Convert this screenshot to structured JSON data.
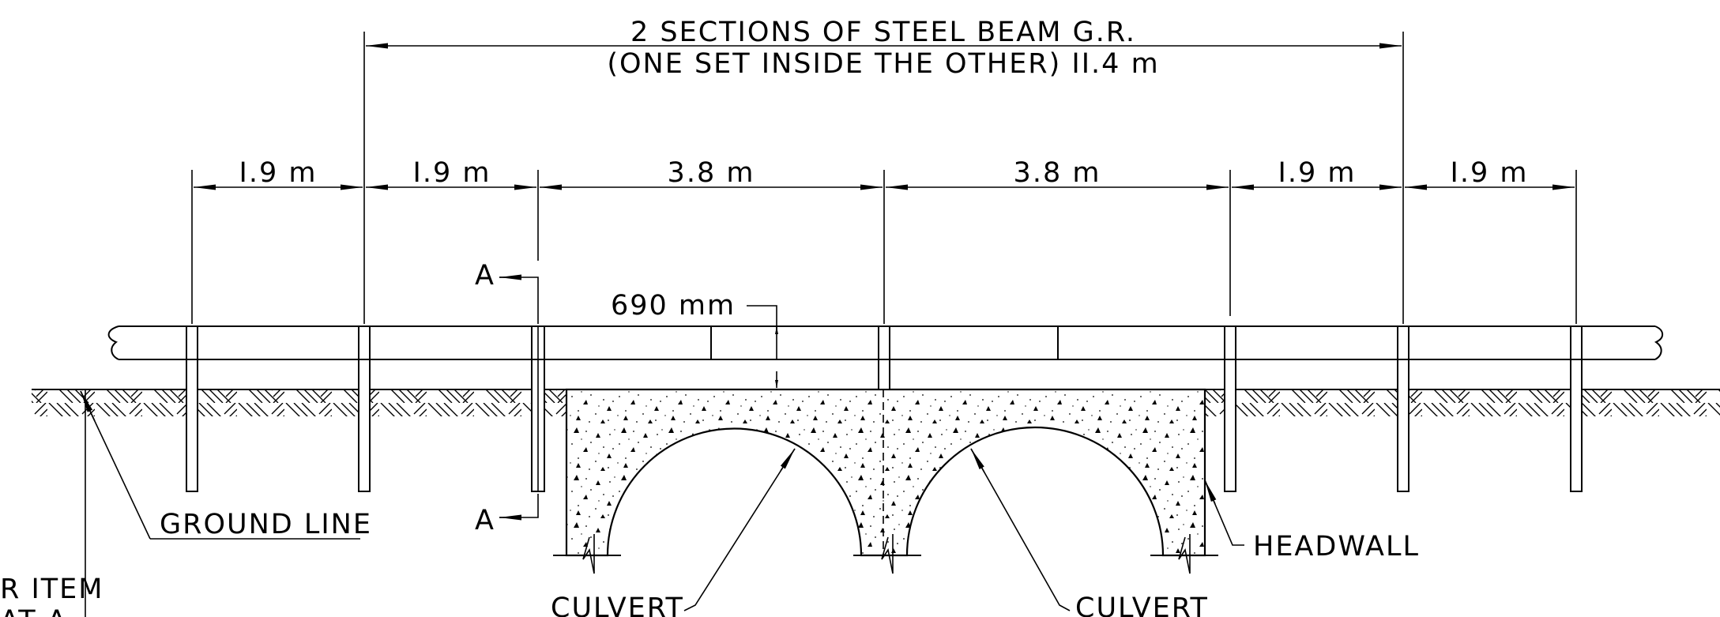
{
  "beam_span": {
    "line1": "2 SECTIONS OF STEEL BEAM G.R.",
    "line2": "(ONE SET INSIDE THE OTHER) II.4 m"
  },
  "post_spacing": [
    "I.9 m",
    "I.9 m",
    "3.8 m",
    "3.8 m",
    "I.9 m",
    "I.9 m"
  ],
  "clearance_label": "690 mm",
  "section_marks": {
    "top": "A",
    "bottom": "A"
  },
  "callouts": {
    "ground_line": "GROUND LINE",
    "headwall": "HEADWALL",
    "culvert_left": "CULVERT",
    "culvert_right": "CULVERT",
    "cut_off_line1": "R ITEM",
    "cut_off_line2": "AT A"
  }
}
